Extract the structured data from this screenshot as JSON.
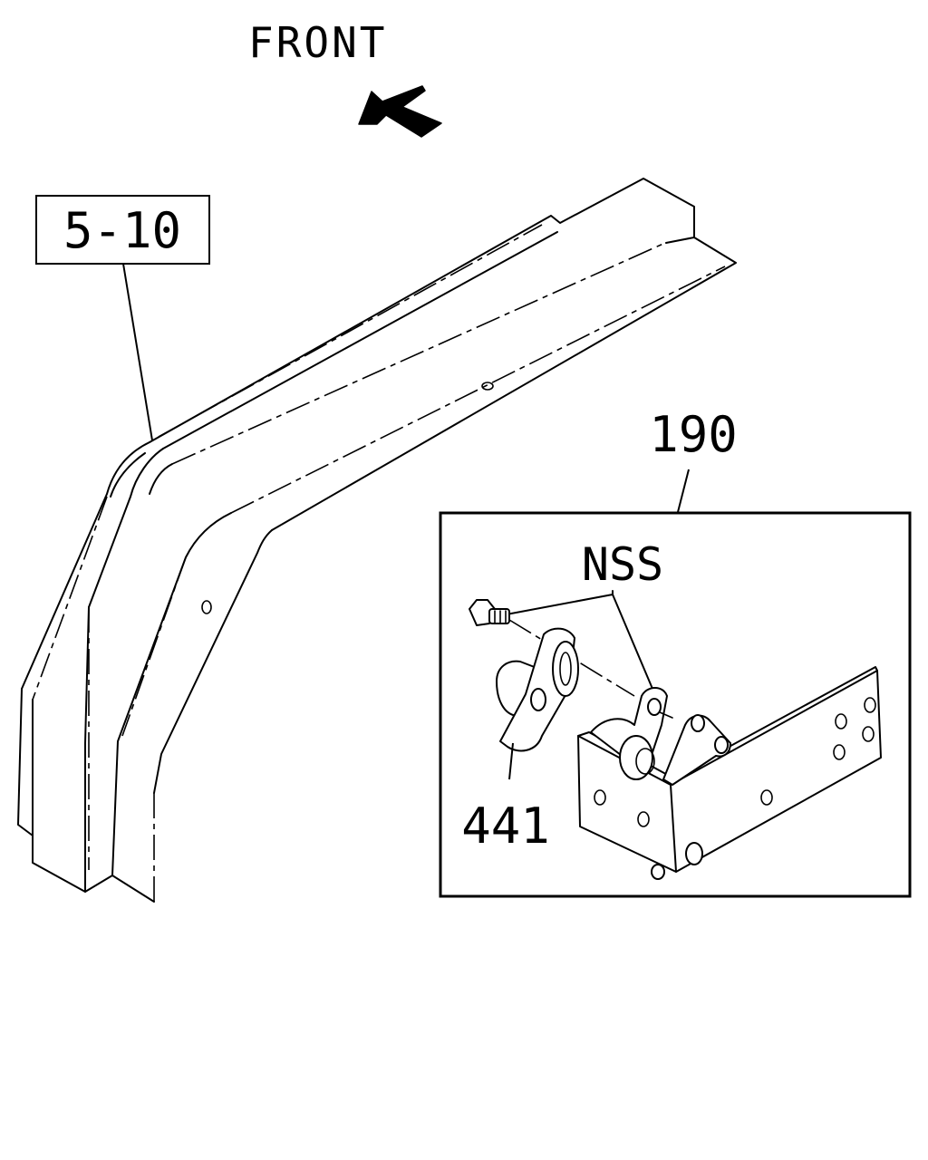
{
  "labels": {
    "direction": "FRONT",
    "ref_section": "5-10",
    "part_assembly": "190",
    "part_note": "NSS",
    "part_component": "441"
  },
  "colors": {
    "ink": "#000000",
    "paper": "#ffffff"
  },
  "icons": {
    "direction_arrow": "arrow-up-left-icon"
  }
}
